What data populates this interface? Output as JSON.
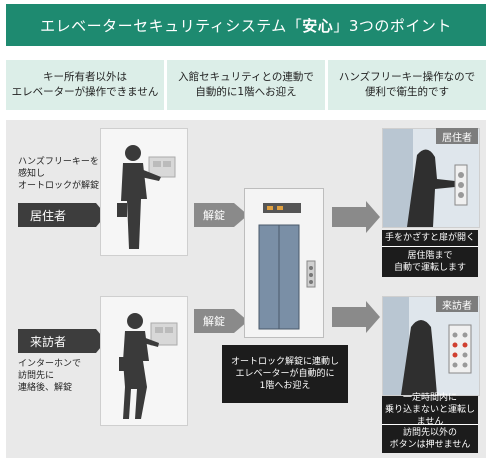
{
  "title": {
    "main": "エレベーターセキュリティシステム「",
    "emph": "安心",
    "tail": "」3つのポイント"
  },
  "points": [
    "キー所有者以外は\nエレベーターが操作できません",
    "入館セキュリティとの連動で\n自動的に1階へお迎え",
    "ハンズフリーキー操作なので\n便利で衛生的です"
  ],
  "resident": {
    "label": "居住者",
    "note": "ハンズフリーキーを\n感知し\nオートロックが解錠",
    "arrow": "解錠",
    "result_tag": "居住者",
    "result_lines": [
      "手をかざすと扉が開く",
      "居住階まで\n自動で運転します"
    ]
  },
  "visitor": {
    "label": "来訪者",
    "note": "インターホンで\n訪問先に\n連絡後、解錠",
    "arrow": "解錠",
    "result_tag": "来訪者",
    "result_lines": [
      "一定時間内に\n乗り込まないと運転しません",
      "訪問先以外の\nボタンは押せません"
    ]
  },
  "elevator": {
    "caption": "オートロック解錠に連動し\nエレベーターが自動的に\n1階へお迎え"
  },
  "colors": {
    "brand_green": "#1e8a70",
    "point_bg": "#dceee8",
    "panel_bg": "#e9e9e9",
    "dark": "#1c1c1c"
  }
}
